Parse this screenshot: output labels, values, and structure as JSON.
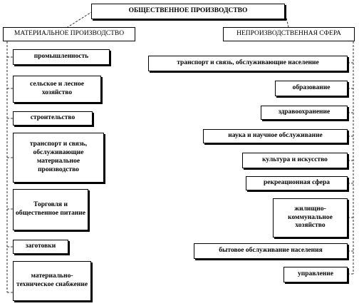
{
  "title": "ОБЩЕСТВЕННОЕ ПРОИЗВОДСТВО",
  "left": {
    "header": "МАТЕРИАЛЬНОЕ ПРОИЗВОДСТВО",
    "items": [
      "промышленность",
      "сельское и лесное хозяйство",
      "строительство",
      "транспорт и связь, обслуживающие материальное производство",
      "Торговля и общественное питание",
      "заготовки",
      "материально-техническое снабжение"
    ]
  },
  "right": {
    "header": "НЕПРОИЗВОДСТВЕННАЯ СФЕРА",
    "items": [
      "транспорт и связь, обслуживающие население",
      "образование",
      "здравоохранение",
      "наука и научное обслуживание",
      "культура и искусство",
      "рекреационная сфера",
      "жилищно-коммунальное хозяйство",
      "бытовое обслуживание населения",
      "управление"
    ]
  }
}
